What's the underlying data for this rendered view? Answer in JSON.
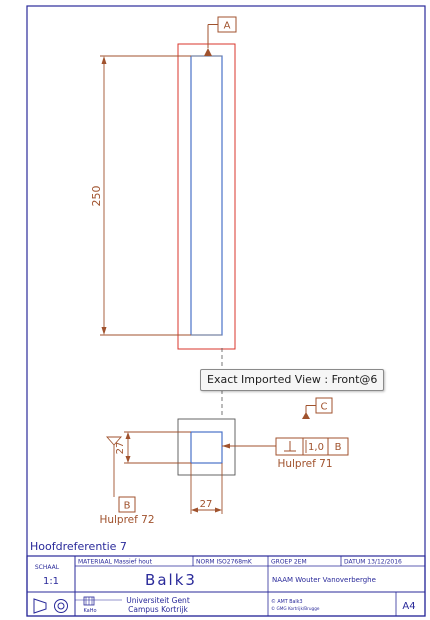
{
  "drawing": {
    "datum_a": "A",
    "datum_b": "B",
    "datum_c": "C",
    "dim_length": "250",
    "dim_height": "27",
    "dim_width": "27",
    "ref_72": "Hulpref 72",
    "ref_71": "Hulpref 71",
    "fcf_tol": "1,0",
    "fcf_datum": "B",
    "main_ref": "Hoofdreferentie 7"
  },
  "tooltip": "Exact Imported View : Front@6",
  "title_block": {
    "schaal_label": "SCHAAL",
    "schaal_value": "1:1",
    "materiaal": "MATERIAAL Massief hout",
    "norm": "NORM ISO2768mK",
    "groep": "GROEP 2EM",
    "datum": "DATUM 13/12/2016",
    "part_name": "Balk3",
    "naam": "NAAM Wouter Vanoverberghe",
    "uni_line1": "Universiteit Gent",
    "uni_line2": "Campus Kortrijk",
    "logo_text": "KaHo",
    "copy1": "© AMT Balk3",
    "copy2": "© GMG Kortrijk/Brugge",
    "format": "A4"
  },
  "colors": {
    "border": "#2a2a9a",
    "dimension": "#a0522d",
    "geometry": "#4a72c8",
    "bbox": "#d9342b"
  }
}
